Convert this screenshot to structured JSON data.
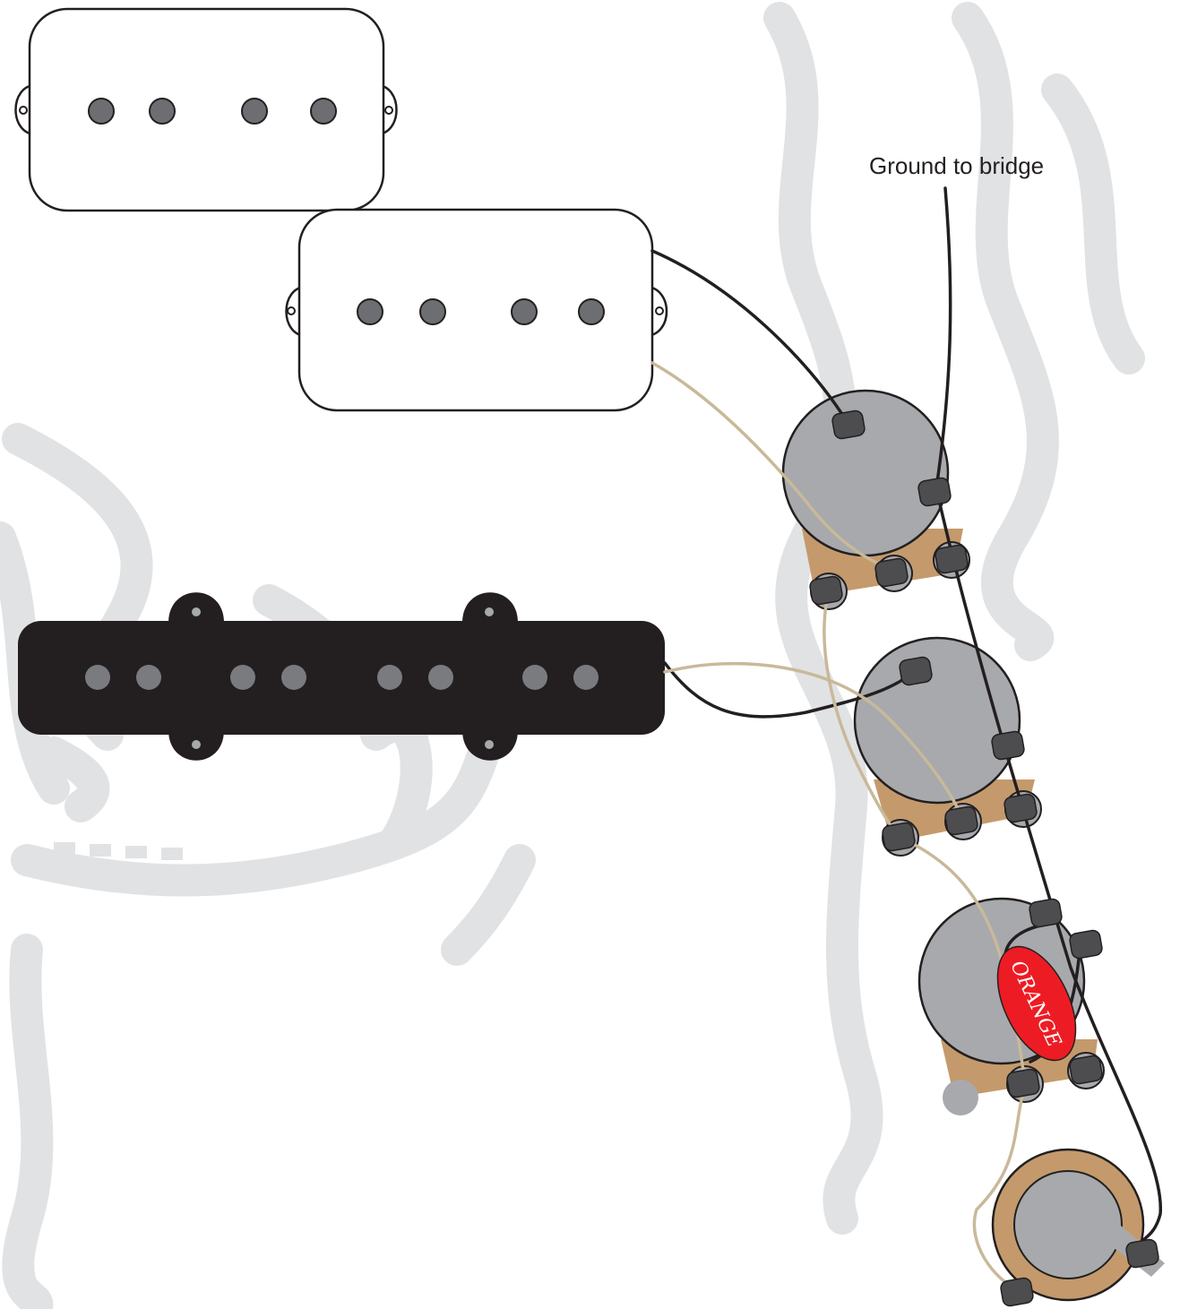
{
  "diagram": {
    "ground_label": "Ground to bridge",
    "capacitor_label": "ORANGE"
  },
  "colors": {
    "background_scribble": "#e1e2e4",
    "pickup_cover": "#ffffff",
    "jazz_pickup": "#231f20",
    "pole_piece": "#6d6e71",
    "jazz_pole": "#7a7b7e",
    "pot_body": "#a7a9ac",
    "pot_base": "#c49a6c",
    "lug": "#4d4d4f",
    "wire_black": "#231f20",
    "wire_tan": "#c8b99a",
    "capacitor": "#ed1c24"
  },
  "components": [
    {
      "name": "neck-p-pickup",
      "type": "P-bass half pickup"
    },
    {
      "name": "bridge-p-pickup",
      "type": "P-bass half pickup"
    },
    {
      "name": "jazz-pickup",
      "type": "J-bass pickup"
    },
    {
      "name": "volume-pot-1",
      "type": "potentiometer"
    },
    {
      "name": "volume-pot-2",
      "type": "potentiometer"
    },
    {
      "name": "tone-pot",
      "type": "potentiometer"
    },
    {
      "name": "tone-capacitor",
      "type": "capacitor"
    },
    {
      "name": "output-jack",
      "type": "output jack"
    }
  ]
}
